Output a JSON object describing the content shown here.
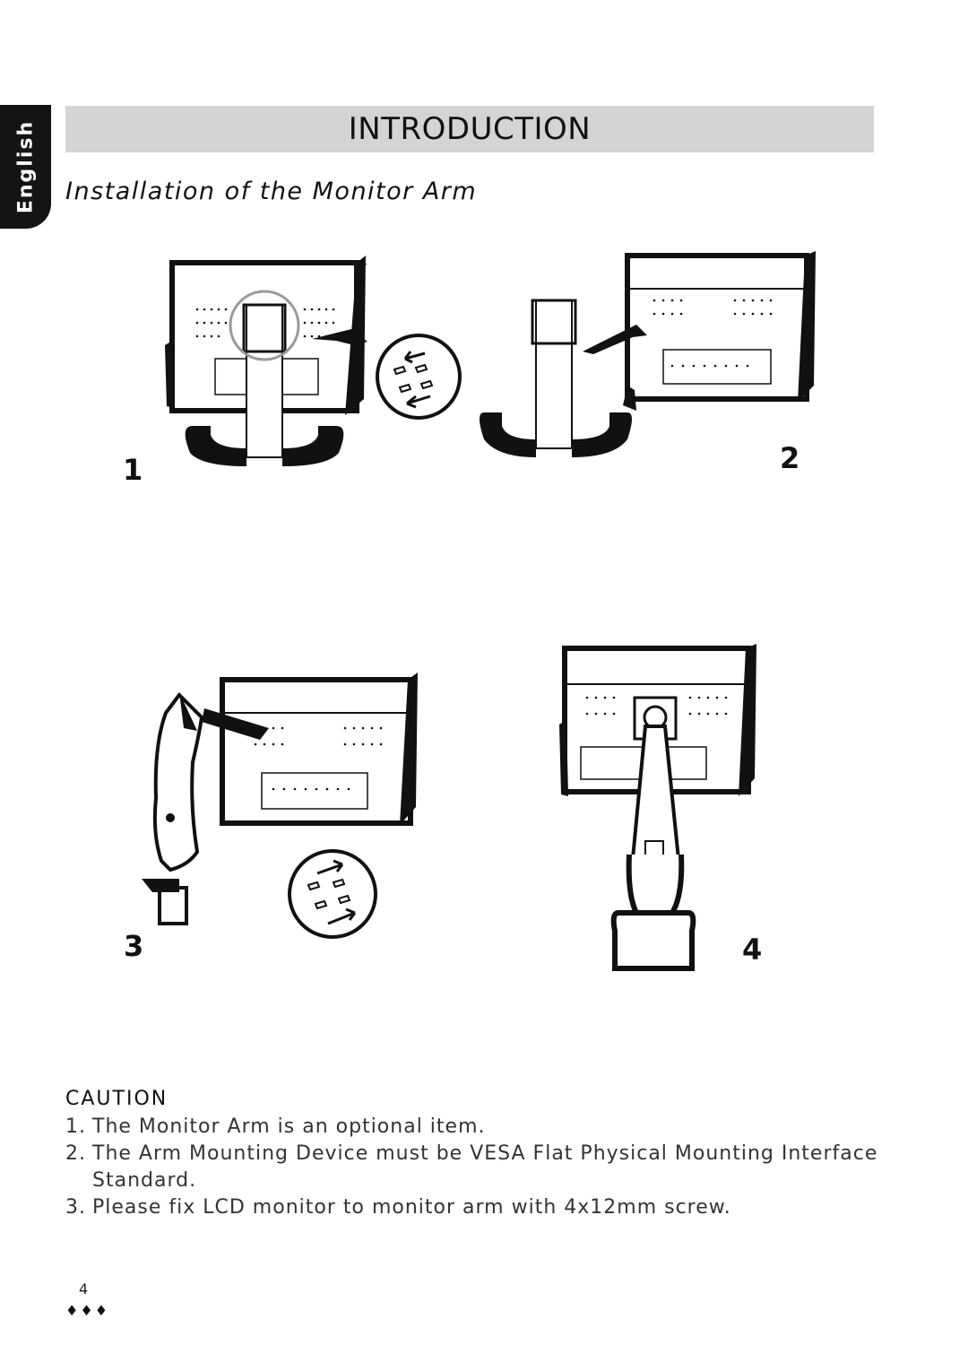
{
  "language_tab": "English",
  "header": {
    "title": "INTRODUCTION"
  },
  "section": {
    "subtitle": "Installation of the Monitor Arm"
  },
  "figures": {
    "step1": "1",
    "step2": "2",
    "step3": "3",
    "step4": "4"
  },
  "caution": {
    "heading": "CAUTION",
    "items": [
      {
        "num": "1.",
        "text": "The Monitor Arm is an optional item."
      },
      {
        "num": "2.",
        "text": "The Arm Mounting Device must be VESA Flat Physical Mounting Interface Standard."
      },
      {
        "num": "3.",
        "text": "Please fix LCD monitor to monitor arm with 4x12mm screw."
      }
    ]
  },
  "footer": {
    "page_number": "4",
    "ornament": "♦♦♦"
  }
}
